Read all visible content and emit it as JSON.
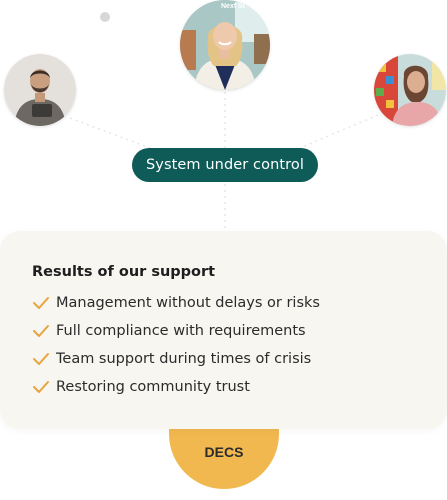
{
  "connector": {
    "label": "System under control"
  },
  "badge": {
    "label": "DECS"
  },
  "results": {
    "title": "Results of our support",
    "items": [
      {
        "label": "Management without delays or risks"
      },
      {
        "label": "Full compliance with requirements"
      },
      {
        "label": "Team support during times of crisis"
      },
      {
        "label": "Restoring community trust"
      }
    ]
  },
  "avatars": {
    "center_screen_text": "Next St"
  },
  "icons": {
    "check": "check-icon"
  },
  "colors": {
    "pill": "#0e5b58",
    "badge": "#f1b84f",
    "check": "#e6a53c",
    "card": "#f8f6f0"
  }
}
